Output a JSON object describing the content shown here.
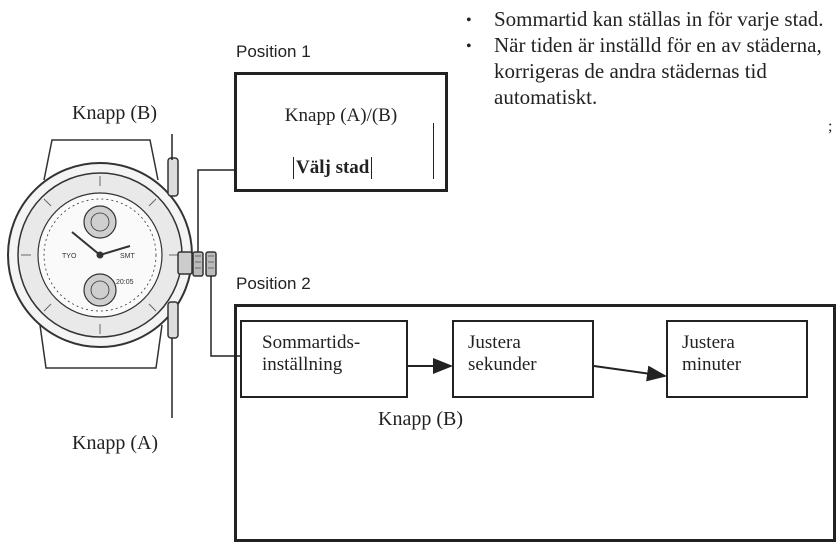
{
  "notes": [
    "Sommartid kan ställas in för varje stad.",
    "När tiden är inställd för en av städerna, korrigeras de andra städernas tid automatiskt."
  ],
  "stray_mark": ";",
  "labels": {
    "knapp_b_top": "Knapp (B)",
    "knapp_a_bottom": "Knapp (A)",
    "knapp_b_flow": "Knapp (B)"
  },
  "position1": {
    "title": "Position 1",
    "buttons": "Knapp (A)/(B)",
    "action": "Välj stad"
  },
  "position2": {
    "title": "Position 2",
    "steps": [
      "Sommartids-\ninställning",
      "Justera\nsekunder",
      "Justera\nminuter"
    ]
  },
  "watch": {
    "dial_labels": [
      "TYO",
      "SMT",
      "20:05"
    ]
  }
}
